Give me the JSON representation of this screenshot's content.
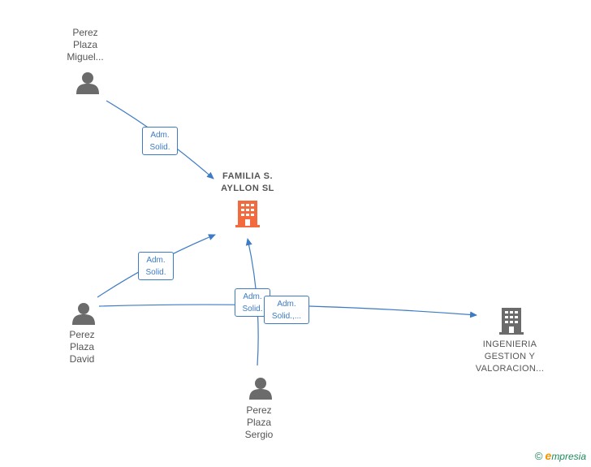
{
  "nodes": {
    "miguel": {
      "line1": "Perez",
      "line2": "Plaza",
      "line3": "Miguel..."
    },
    "david": {
      "line1": "Perez",
      "line2": "Plaza",
      "line3": "David"
    },
    "sergio": {
      "line1": "Perez",
      "line2": "Plaza",
      "line3": "Sergio"
    },
    "familia": {
      "line1": "FAMILIA S.",
      "line2": "AYLLON  SL"
    },
    "ingenieria": {
      "line1": "INGENIERIA",
      "line2": "GESTION Y",
      "line3": "VALORACION..."
    }
  },
  "edges": {
    "miguel_familia": {
      "line1": "Adm.",
      "line2": "Solid."
    },
    "david_familia": {
      "line1": "Adm.",
      "line2": "Solid."
    },
    "sergio_familia": {
      "line1": "Adm.",
      "line2": "Solid."
    },
    "david_ingenieria": {
      "line1": "Adm.",
      "line2": "Solid.,..."
    }
  },
  "colors": {
    "edge": "#3d7bc4",
    "person_icon": "#6b6b6b",
    "company_main": "#f26a3d",
    "company_secondary": "#6b6b6b"
  },
  "brand": {
    "copyright": "©",
    "e_mark": "e",
    "name": "mpresia"
  }
}
